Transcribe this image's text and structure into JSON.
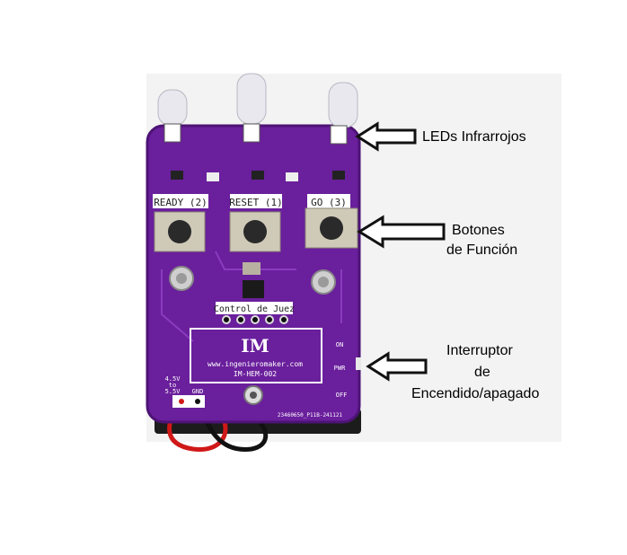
{
  "callouts": {
    "leds": "LEDs Infrarrojos",
    "buttons_line1": "Botones",
    "buttons_line2": "de Función",
    "switch_line1": "Interruptor",
    "switch_line2": "de",
    "switch_line3": "Encendido/apagado"
  },
  "board": {
    "btn_ready": "READY (2)",
    "btn_reset": "RESET (1)",
    "btn_go": "GO (3)",
    "control": "Control de Juez",
    "logo": "IM",
    "url": "www.ingenieromaker.com",
    "model": "IM-HEM-002",
    "voltage_top": "4.5V",
    "voltage_mid": "to",
    "voltage_bot": "5.5V",
    "gnd": "GND",
    "on": "ON",
    "pwr": "PWR",
    "off": "OFF",
    "serial": "23460650_P11B-241121"
  },
  "colors": {
    "pcb": "#6a1f9c",
    "pcb_edge": "#4d1375",
    "silkscreen": "#ffffff",
    "background": "#f4f4f4"
  }
}
